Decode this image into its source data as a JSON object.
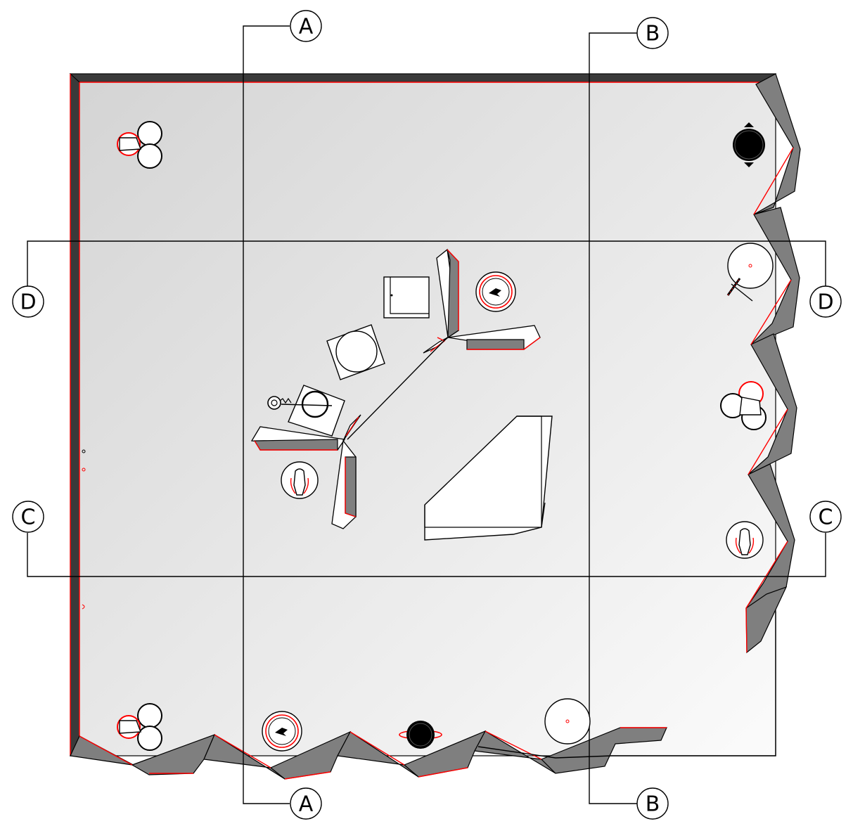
{
  "section_markers": [
    {
      "id": "marker-a-top",
      "label": "A"
    },
    {
      "id": "marker-a-bottom",
      "label": "A"
    },
    {
      "id": "marker-b-top",
      "label": "B"
    },
    {
      "id": "marker-b-bottom",
      "label": "B"
    },
    {
      "id": "marker-c-left",
      "label": "C"
    },
    {
      "id": "marker-c-right",
      "label": "C"
    },
    {
      "id": "marker-d-left",
      "label": "D"
    },
    {
      "id": "marker-d-right",
      "label": "D"
    }
  ],
  "colors": {
    "wall_dark": "#3a3a3a",
    "wall_shade": "#7f7f7f",
    "edge_highlight": "#ff0000",
    "floor_dark": "#d6d6d6",
    "floor_light": "#fafafa",
    "line": "#000000"
  }
}
